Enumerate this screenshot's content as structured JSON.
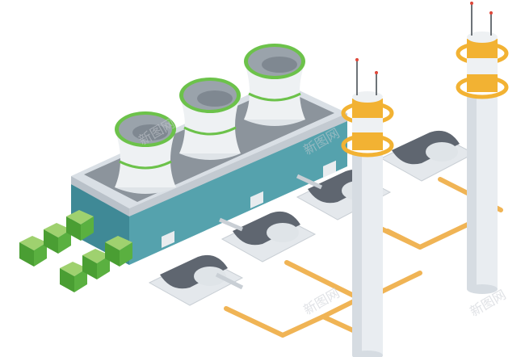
{
  "scene": {
    "description_label": "",
    "palette": {
      "background": "#ffffff",
      "building_wall": "#4f9aa6",
      "building_wall_dark": "#3a7e8a",
      "roof_top": "#cfd6dd",
      "roof_inner": "#8c949c",
      "tower_body": "#eef1f3",
      "tower_band": "#6cc24a",
      "chimney_body": "#e9edf1",
      "chimney_collar": "#f2b233",
      "pipe": "#f0b455",
      "tank": "#5f6670",
      "tank_base": "#e4e8ec",
      "transformer": "#5ab040",
      "antenna_tip": "#e0483a"
    },
    "icons": [
      "cooling-tower-icon",
      "chimney-icon",
      "storage-tank-icon",
      "transformer-icon"
    ]
  },
  "watermarks": [
    {
      "text": "新图网"
    },
    {
      "text": "新图网"
    },
    {
      "text": "新图网"
    },
    {
      "text": "新图网"
    }
  ]
}
